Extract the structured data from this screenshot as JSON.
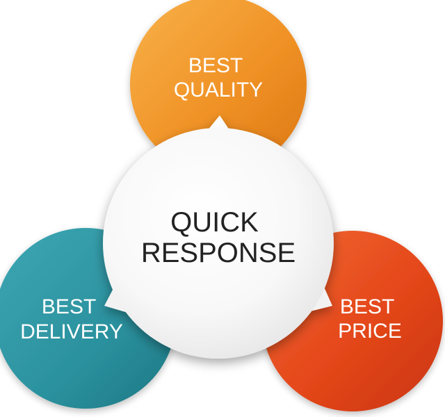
{
  "center": {
    "line1": "QUICK",
    "line2": "RESPONSE"
  },
  "top": {
    "line1": "BEST",
    "line2": "QUALITY",
    "color": "#F39A2A"
  },
  "left": {
    "line1": "BEST",
    "line2": "DELIVERY",
    "color": "#2E97A3"
  },
  "right": {
    "line1": "BEST",
    "line2": "PRICE",
    "color": "#E84A17"
  }
}
